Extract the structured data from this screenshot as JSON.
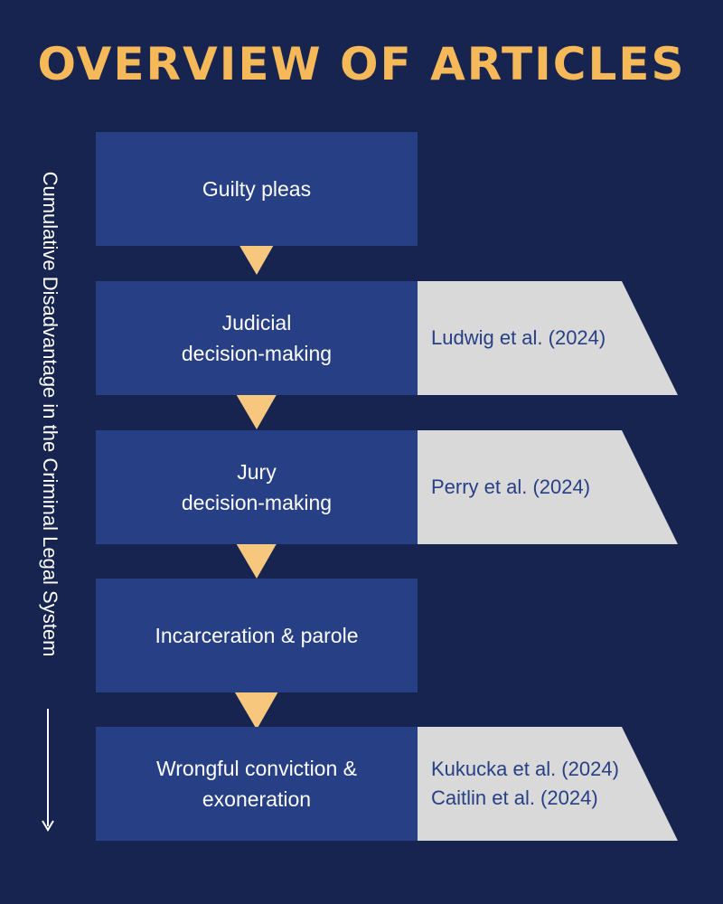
{
  "title": "OVERVIEW OF ARTICLES",
  "side_label": "Cumulative Disadvantage in the Criminal Legal System",
  "stages": [
    {
      "lines": [
        "Guilty pleas"
      ],
      "references": []
    },
    {
      "lines": [
        "Judicial",
        "decision-making"
      ],
      "references": [
        "Ludwig et al. (2024)"
      ]
    },
    {
      "lines": [
        "Jury",
        "decision-making"
      ],
      "references": [
        "Perry et al. (2024)"
      ]
    },
    {
      "lines": [
        "Incarceration & parole"
      ],
      "references": []
    },
    {
      "lines": [
        "Wrongful conviction &",
        "exoneration"
      ],
      "references": [
        "Kukucka et al. (2024)",
        "Caitlin et al. (2024)"
      ]
    }
  ],
  "colors": {
    "background": "#16244f",
    "stage_box": "#263f85",
    "connector_arrow": "#f8c77e",
    "title": "#f5b95a",
    "reference_tag": "#d9d9d9",
    "reference_text": "#263f85",
    "text": "#ffffff"
  }
}
